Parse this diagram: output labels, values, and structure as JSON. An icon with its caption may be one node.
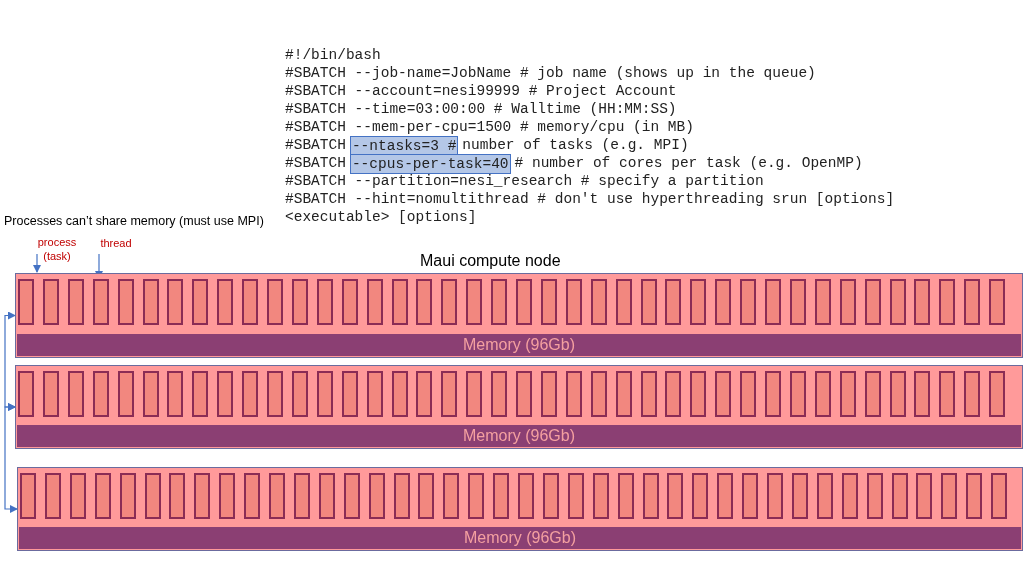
{
  "diagram": {
    "nodes": [
      {
        "text": [
          "--ntasks=3 #"
        ]
      },
      {
        "text": [
          "--cpus-per-task=40"
        ]
      },
      {
        "text": [
          "process (task)"
        ]
      },
      {
        "text": [
          "thread"
        ]
      },
      {
        "text": [],
        "shape": "box"
      },
      {
        "text": [],
        "shape": "box",
        "in": 4
      },
      {
        "text": [],
        "shape": "box",
        "in": 4
      },
      {
        "text": [],
        "shape": "box",
        "in": 4
      },
      {
        "text": [],
        "shape": "box",
        "in": 4
      },
      {
        "text": [],
        "shape": "box",
        "in": 4
      },
      {
        "text": [],
        "shape": "box",
        "in": 4
      },
      {
        "text": [],
        "shape": "box",
        "in": 4
      },
      {
        "text": [],
        "shape": "box",
        "in": 4
      },
      {
        "text": [],
        "shape": "box",
        "in": 4
      },
      {
        "text": [],
        "shape": "box",
        "in": 4
      },
      {
        "text": [],
        "shape": "box",
        "in": 4
      },
      {
        "text": [],
        "shape": "box",
        "in": 4
      },
      {
        "text": [],
        "shape": "box",
        "in": 4
      },
      {
        "text": [],
        "shape": "box",
        "in": 4
      },
      {
        "text": [],
        "shape": "box",
        "in": 4
      },
      {
        "text": [],
        "shape": "box",
        "in": 4
      },
      {
        "text": [],
        "shape": "box",
        "in": 4
      },
      {
        "text": [],
        "shape": "box",
        "in": 4
      },
      {
        "text": [],
        "shape": "box",
        "in": 4
      },
      {
        "text": [],
        "shape": "box",
        "in": 4
      },
      {
        "text": [],
        "shape": "box",
        "in": 4
      },
      {
        "text": [],
        "shape": "box",
        "in": 4
      },
      {
        "text": [],
        "shape": "box",
        "in": 4
      },
      {
        "text": [],
        "shape": "box",
        "in": 4
      },
      {
        "text": [],
        "shape": "box",
        "in": 4
      },
      {
        "text": [],
        "shape": "box",
        "in": 4
      },
      {
        "text": [],
        "shape": "box",
        "in": 4
      },
      {
        "text": [],
        "shape": "box",
        "in": 4
      },
      {
        "text": [],
        "shape": "box",
        "in": 4
      },
      {
        "text": [],
        "shape": "box",
        "in": 4
      },
      {
        "text": [],
        "shape": "box",
        "in": 4
      },
      {
        "text": [],
        "shape": "box",
        "in": 4
      },
      {
        "text": [],
        "shape": "box",
        "in": 4
      },
      {
        "text": [],
        "shape": "box",
        "in": 4
      },
      {
        "text": [],
        "shape": "box",
        "in": 4
      },
      {
        "text": [],
        "shape": "box",
        "in": 4
      },
      {
        "text": [],
        "shape": "box",
        "in": 4
      },
      {
        "text": [],
        "shape": "box",
        "in": 4
      },
      {
        "text": [],
        "shape": "box",
        "in": 4
      },
      {
        "text": [],
        "shape": "box",
        "in": 4
      },
      {
        "text": [
          "Memory (96Gb)"
        ],
        "in": 4
      },
      {
        "text": [],
        "shape": "box"
      },
      {
        "text": [],
        "shape": "box",
        "in": 46
      },
      {
        "text": [],
        "shape": "box",
        "in": 46
      },
      {
        "text": [],
        "shape": "box",
        "in": 46
      },
      {
        "text": [],
        "shape": "box",
        "in": 46
      },
      {
        "text": [],
        "shape": "box",
        "in": 46
      },
      {
        "text": [],
        "shape": "box",
        "in": 46
      },
      {
        "text": [],
        "shape": "box",
        "in": 46
      },
      {
        "text": [],
        "shape": "box",
        "in": 46
      },
      {
        "text": [],
        "shape": "box",
        "in": 46
      },
      {
        "text": [],
        "shape": "box",
        "in": 46
      },
      {
        "text": [],
        "shape": "box",
        "in": 46
      },
      {
        "text": [],
        "shape": "box",
        "in": 46
      },
      {
        "text": [],
        "shape": "box",
        "in": 46
      },
      {
        "text": [],
        "shape": "box",
        "in": 46
      },
      {
        "text": [],
        "shape": "box",
        "in": 46
      },
      {
        "text": [],
        "shape": "box",
        "in": 46
      },
      {
        "text": [],
        "shape": "box",
        "in": 46
      },
      {
        "text": [],
        "shape": "box",
        "in": 46
      },
      {
        "text": [],
        "shape": "box",
        "in": 46
      },
      {
        "text": [],
        "shape": "box",
        "in": 46
      },
      {
        "text": [],
        "shape": "box",
        "in": 46
      },
      {
        "text": [],
        "shape": "box",
        "in": 46
      },
      {
        "text": [],
        "shape": "box",
        "in": 46
      },
      {
        "text": [],
        "shape": "box",
        "in": 46
      },
      {
        "text": [],
        "shape": "box",
        "in": 46
      },
      {
        "text": [],
        "shape": "box",
        "in": 46
      },
      {
        "text": [],
        "shape": "box",
        "in": 46
      },
      {
        "text": [],
        "shape": "box",
        "in": 46
      },
      {
        "text": [],
        "shape": "box",
        "in": 46
      },
      {
        "text": [],
        "shape": "box",
        "in": 46
      },
      {
        "text": [],
        "shape": "box",
        "in": 46
      },
      {
        "text": [],
        "shape": "box",
        "in": 46
      },
      {
        "text": [],
        "shape": "box",
        "in": 46
      },
      {
        "text": [],
        "shape": "box",
        "in": 46
      },
      {
        "text": [],
        "shape": "box",
        "in": 46
      },
      {
        "text": [],
        "shape": "box",
        "in": 46
      },
      {
        "text": [],
        "shape": "box",
        "in": 46
      },
      {
        "text": [],
        "shape": "box",
        "in": 46
      },
      {
        "text": [],
        "shape": "box",
        "in": 46
      },
      {
        "text": [],
        "shape": "box",
        "in": 46
      },
      {
        "text": [
          "Memory (96Gb)"
        ],
        "in": 46
      },
      {
        "text": [],
        "shape": "box"
      },
      {
        "text": [],
        "shape": "box",
        "in": 88
      },
      {
        "text": [],
        "shape": "box",
        "in": 88
      },
      {
        "text": [],
        "shape": "box",
        "in": 88
      },
      {
        "text": [],
        "shape": "box",
        "in": 88
      },
      {
        "text": [],
        "shape": "box",
        "in": 88
      },
      {
        "text": [],
        "shape": "box",
        "in": 88
      },
      {
        "text": [],
        "shape": "box",
        "in": 88
      },
      {
        "text": [],
        "shape": "box",
        "in": 88
      },
      {
        "text": [],
        "shape": "box",
        "in": 88
      },
      {
        "text": [],
        "shape": "box",
        "in": 88
      },
      {
        "text": [],
        "shape": "box",
        "in": 88
      },
      {
        "text": [],
        "shape": "box",
        "in": 88
      },
      {
        "text": [],
        "shape": "box",
        "in": 88
      },
      {
        "text": [],
        "shape": "box",
        "in": 88
      },
      {
        "text": [],
        "shape": "box",
        "in": 88
      },
      {
        "text": [],
        "shape": "box",
        "in": 88
      },
      {
        "text": [],
        "shape": "box",
        "in": 88
      },
      {
        "text": [],
        "shape": "box",
        "in": 88
      },
      {
        "text": [],
        "shape": "box",
        "in": 88
      },
      {
        "text": [],
        "shape": "box",
        "in": 88
      },
      {
        "text": [],
        "shape": "box",
        "in": 88
      },
      {
        "text": [],
        "shape": "box",
        "in": 88
      },
      {
        "text": [],
        "shape": "box",
        "in": 88
      },
      {
        "text": [],
        "shape": "box",
        "in": 88
      },
      {
        "text": [],
        "shape": "box",
        "in": 88
      },
      {
        "text": [],
        "shape": "box",
        "in": 88
      },
      {
        "text": [],
        "shape": "box",
        "in": 88
      },
      {
        "text": [],
        "shape": "box",
        "in": 88
      },
      {
        "text": [],
        "shape": "box",
        "in": 88
      },
      {
        "text": [],
        "shape": "box",
        "in": 88
      },
      {
        "text": [],
        "shape": "box",
        "in": 88
      },
      {
        "text": [],
        "shape": "box",
        "in": 88
      },
      {
        "text": [],
        "shape": "box",
        "in": 88
      },
      {
        "text": [],
        "shape": "box",
        "in": 88
      },
      {
        "text": [],
        "shape": "box",
        "in": 88
      },
      {
        "text": [],
        "shape": "box",
        "in": 88
      },
      {
        "text": [],
        "shape": "box",
        "in": 88
      },
      {
        "text": [],
        "shape": "box",
        "in": 88
      },
      {
        "text": [],
        "shape": "box",
        "in": 88
      },
      {
        "text": [],
        "shape": "box",
        "in": 88
      },
      {
        "text": [
          "Memory (96Gb)"
        ],
        "in": 88
      }
    ],
    "edges": [
      {
        "from": 4,
        "to": 46,
        "arrow": "both"
      },
      {
        "from": 46,
        "to": 88,
        "arrow": "both"
      },
      {
        "from": 2,
        "to": 4,
        "arrow": "to"
      },
      {
        "from": 3,
        "to": 8,
        "arrow": "to"
      }
    ],
    "labels": [
      "#!/bin/bash",
      "#SBATCH --job-name=JobName # job name (shows up in the queue)",
      "#SBATCH --account=nesi99999 # Project Account",
      "#SBATCH --time=03:00:00 # Walltime (HH:MM:SS)",
      "#SBATCH --mem-per-cpu=1500 # memory/cpu (in MB)",
      "#SBATCH",
      "number of tasks (e.g. MPI)",
      "#SBATCH",
      "# number of cores per task (e.g. OpenMP)",
      "#SBATCH --partition=nesi_research # specify a partition",
      "#SBATCH --hint=nomultithread # don't use hyperthreading srun [options] <executable> [options]",
      "Processes can’t share memory (must use MPI)",
      "Maui compute node"
    ]
  }
}
